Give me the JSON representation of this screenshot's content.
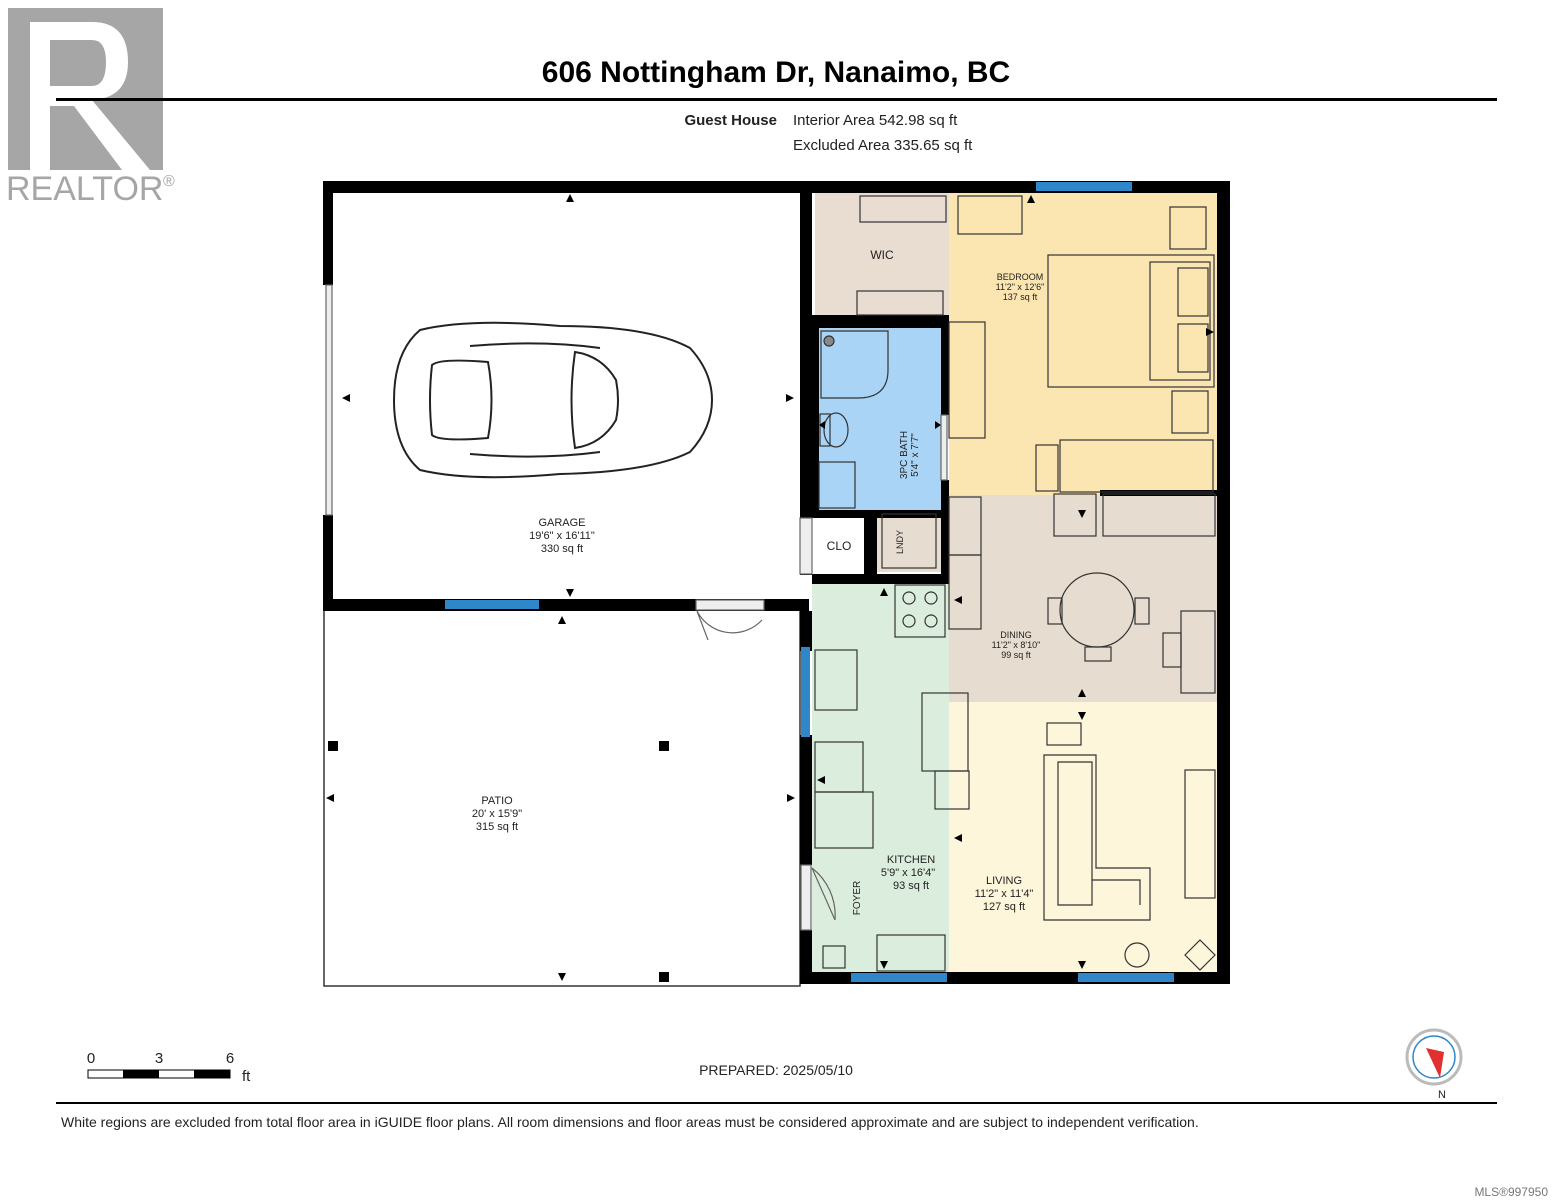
{
  "header": {
    "title": "606 Nottingham Dr, Nanaimo, BC",
    "building": "Guest House",
    "interior_area": "Interior Area 542.98 sq ft",
    "excluded_area": "Excluded Area 335.65 sq ft"
  },
  "logo": {
    "text": "REALTOR",
    "mark": "®"
  },
  "rooms": {
    "garage": {
      "name": "GARAGE",
      "dims": "19'6\" x 16'11\"",
      "area": "330 sq ft"
    },
    "patio": {
      "name": "PATIO",
      "dims": "20' x 15'9\"",
      "area": "315 sq ft"
    },
    "wic": {
      "name": "WIC"
    },
    "bedroom": {
      "name": "BEDROOM",
      "dims": "11'2\" x 12'6\"",
      "area": "137 sq ft"
    },
    "bath": {
      "name": "3PC BATH",
      "dims": "5'4\" x 7'7\""
    },
    "clo": {
      "name": "CLO"
    },
    "laundry": {
      "name": "LNDY"
    },
    "dining": {
      "name": "DINING",
      "dims": "11'2\" x 8'10\"",
      "area": "99 sq ft"
    },
    "kitchen": {
      "name": "KITCHEN",
      "dims": "5'9\" x 16'4\"",
      "area": "93 sq ft"
    },
    "foyer": {
      "name": "FOYER"
    },
    "living": {
      "name": "LIVING",
      "dims": "11'2\" x 11'4\"",
      "area": "127 sq ft"
    }
  },
  "scale_bar": {
    "labels": [
      "0",
      "3",
      "6"
    ],
    "unit": "ft"
  },
  "prepared": "PREPARED: 2025/05/10",
  "compass": {
    "label": "N"
  },
  "footer": "White regions are excluded from total floor area in iGUIDE floor plans. All room dimensions and floor areas must be considered approximate and are subject to independent verification.",
  "mls": "MLS®997950",
  "colors": {
    "wall": "#000000",
    "window": "#2f86c8",
    "wic": "#e8ddd0",
    "bedroom": "#fbe6b2",
    "bath": "#a9d4f5",
    "dining": "#e6ddd0",
    "kitchen": "#dbeedd",
    "living": "#fdf6da",
    "logo": "#a6a6a6",
    "compass_needle": "#e03030"
  }
}
